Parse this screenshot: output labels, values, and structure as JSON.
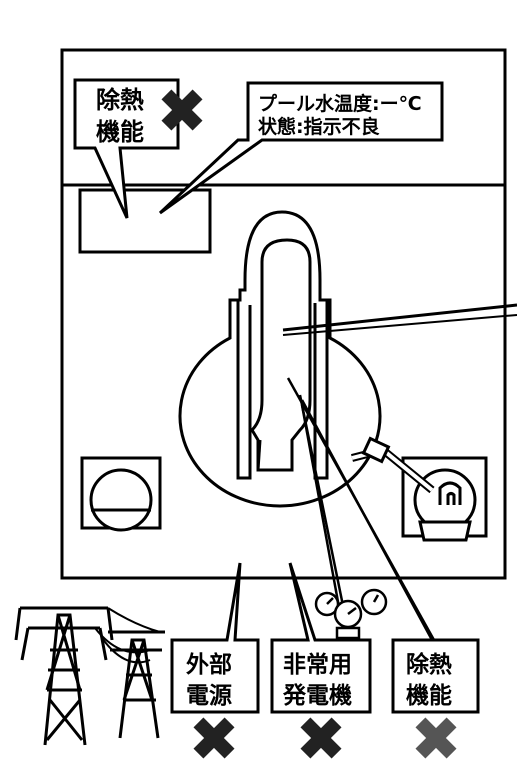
{
  "pool_callout": {
    "line1": "プール水温度:ー℃",
    "line2": "状態:指示不良"
  },
  "top_heat_removal": {
    "line1": "除熱",
    "line2": "機能",
    "status_icon": "cross-mark-icon"
  },
  "bottom_labels": [
    {
      "line1": "外部",
      "line2": "電源",
      "status_icon": "cross-mark-icon"
    },
    {
      "line1": "非常用",
      "line2": "発電機",
      "status_icon": "cross-mark-icon"
    },
    {
      "line1": "除熱",
      "line2": "機能",
      "status_icon": "cross-mark-icon"
    }
  ],
  "colors": {
    "line": "#000000",
    "cross": "#222222",
    "background": "#ffffff"
  }
}
